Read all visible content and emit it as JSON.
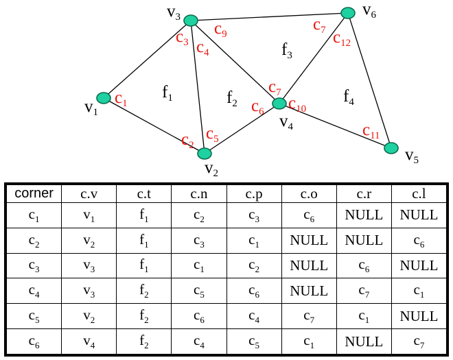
{
  "mesh": {
    "vertices": [
      {
        "base": "v",
        "sub": "1"
      },
      {
        "base": "v",
        "sub": "2"
      },
      {
        "base": "v",
        "sub": "3"
      },
      {
        "base": "v",
        "sub": "4"
      },
      {
        "base": "v",
        "sub": "5"
      },
      {
        "base": "v",
        "sub": "6"
      }
    ],
    "faces": [
      {
        "base": "f",
        "sub": "1"
      },
      {
        "base": "f",
        "sub": "2"
      },
      {
        "base": "f",
        "sub": "3"
      },
      {
        "base": "f",
        "sub": "4"
      }
    ],
    "corners": [
      {
        "base": "c",
        "sub": "1"
      },
      {
        "base": "c",
        "sub": "2"
      },
      {
        "base": "c",
        "sub": "3"
      },
      {
        "base": "c",
        "sub": "4"
      },
      {
        "base": "c",
        "sub": "5"
      },
      {
        "base": "c",
        "sub": "6"
      },
      {
        "base": "c",
        "sub": "7"
      },
      {
        "base": "c",
        "sub": "9"
      },
      {
        "base": "c",
        "sub": "10"
      },
      {
        "base": "c",
        "sub": "11"
      },
      {
        "base": "c",
        "sub": "12"
      }
    ],
    "vertex_color": "#1fd1a0",
    "corner_label_color": "#e8170f"
  },
  "table": {
    "headers": [
      "corner",
      "c.v",
      "c.t",
      "c.n",
      "c.p",
      "c.o",
      "c.r",
      "c.l"
    ],
    "rows": [
      [
        "c_1",
        "v_1",
        "f_1",
        "c_2",
        "c_3",
        "c_6",
        "NULL",
        "NULL"
      ],
      [
        "c_2",
        "v_2",
        "f_1",
        "c_3",
        "c_1",
        "NULL",
        "NULL",
        "c_6"
      ],
      [
        "c_3",
        "v_3",
        "f_1",
        "c_1",
        "c_2",
        "NULL",
        "c_6",
        "NULL"
      ],
      [
        "c_4",
        "v_3",
        "f_2",
        "c_5",
        "c_6",
        "NULL",
        "c_7",
        "c_1"
      ],
      [
        "c_5",
        "v_2",
        "f_2",
        "c_6",
        "c_4",
        "c_7",
        "c_1",
        "NULL"
      ],
      [
        "c_6",
        "v_4",
        "f_2",
        "c_4",
        "c_5",
        "c_1",
        "NULL",
        "c_7"
      ]
    ]
  }
}
